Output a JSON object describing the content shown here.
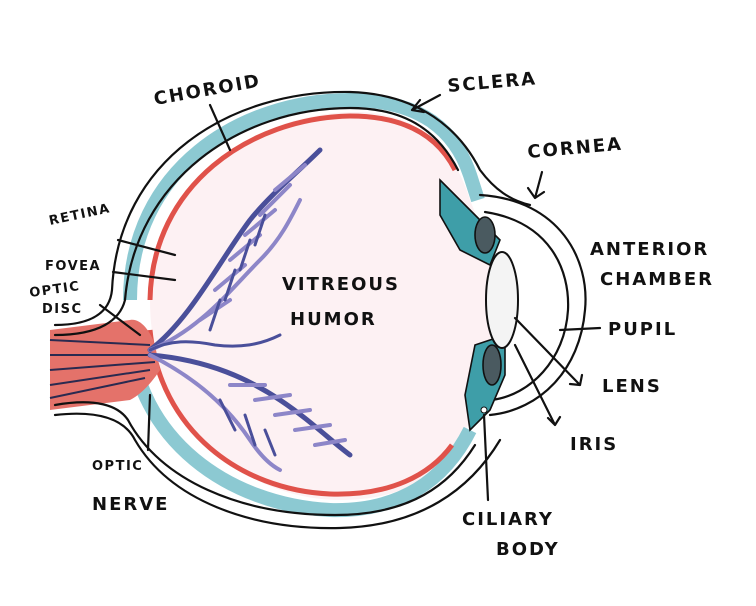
{
  "diagram": {
    "title": "Human Eye Cross-Section",
    "colors": {
      "sclera_outline": "#111111",
      "choroid": "#7ec4cf",
      "ciliary_teal": "#3e9ea8",
      "retina": "#e0524a",
      "vitreous_tint": "#fdf1f3",
      "vessels": "#4a4f9a",
      "vessels_light": "#8d86c8",
      "lens": "#f4f4f4"
    },
    "labels": {
      "choroid": "CHOROID",
      "sclera": "SCLERA",
      "cornea": "CORNEA",
      "retina": "RETINA",
      "fovea": "FOVEA",
      "optic_disc_line1": "OPTIC",
      "optic_disc_line2": "DISC",
      "vitreous_line1": "VITREOUS",
      "vitreous_line2": "HUMOR",
      "anterior_line1": "ANTERIOR",
      "anterior_line2": "CHAMBER",
      "pupil": "PUPIL",
      "lens": "LENS",
      "iris": "IRIS",
      "ciliary_line1": "CILIARY",
      "ciliary_line2": "BODY",
      "optic_nerve_line1": "OPTIC",
      "optic_nerve_line2": "NERVE"
    }
  }
}
